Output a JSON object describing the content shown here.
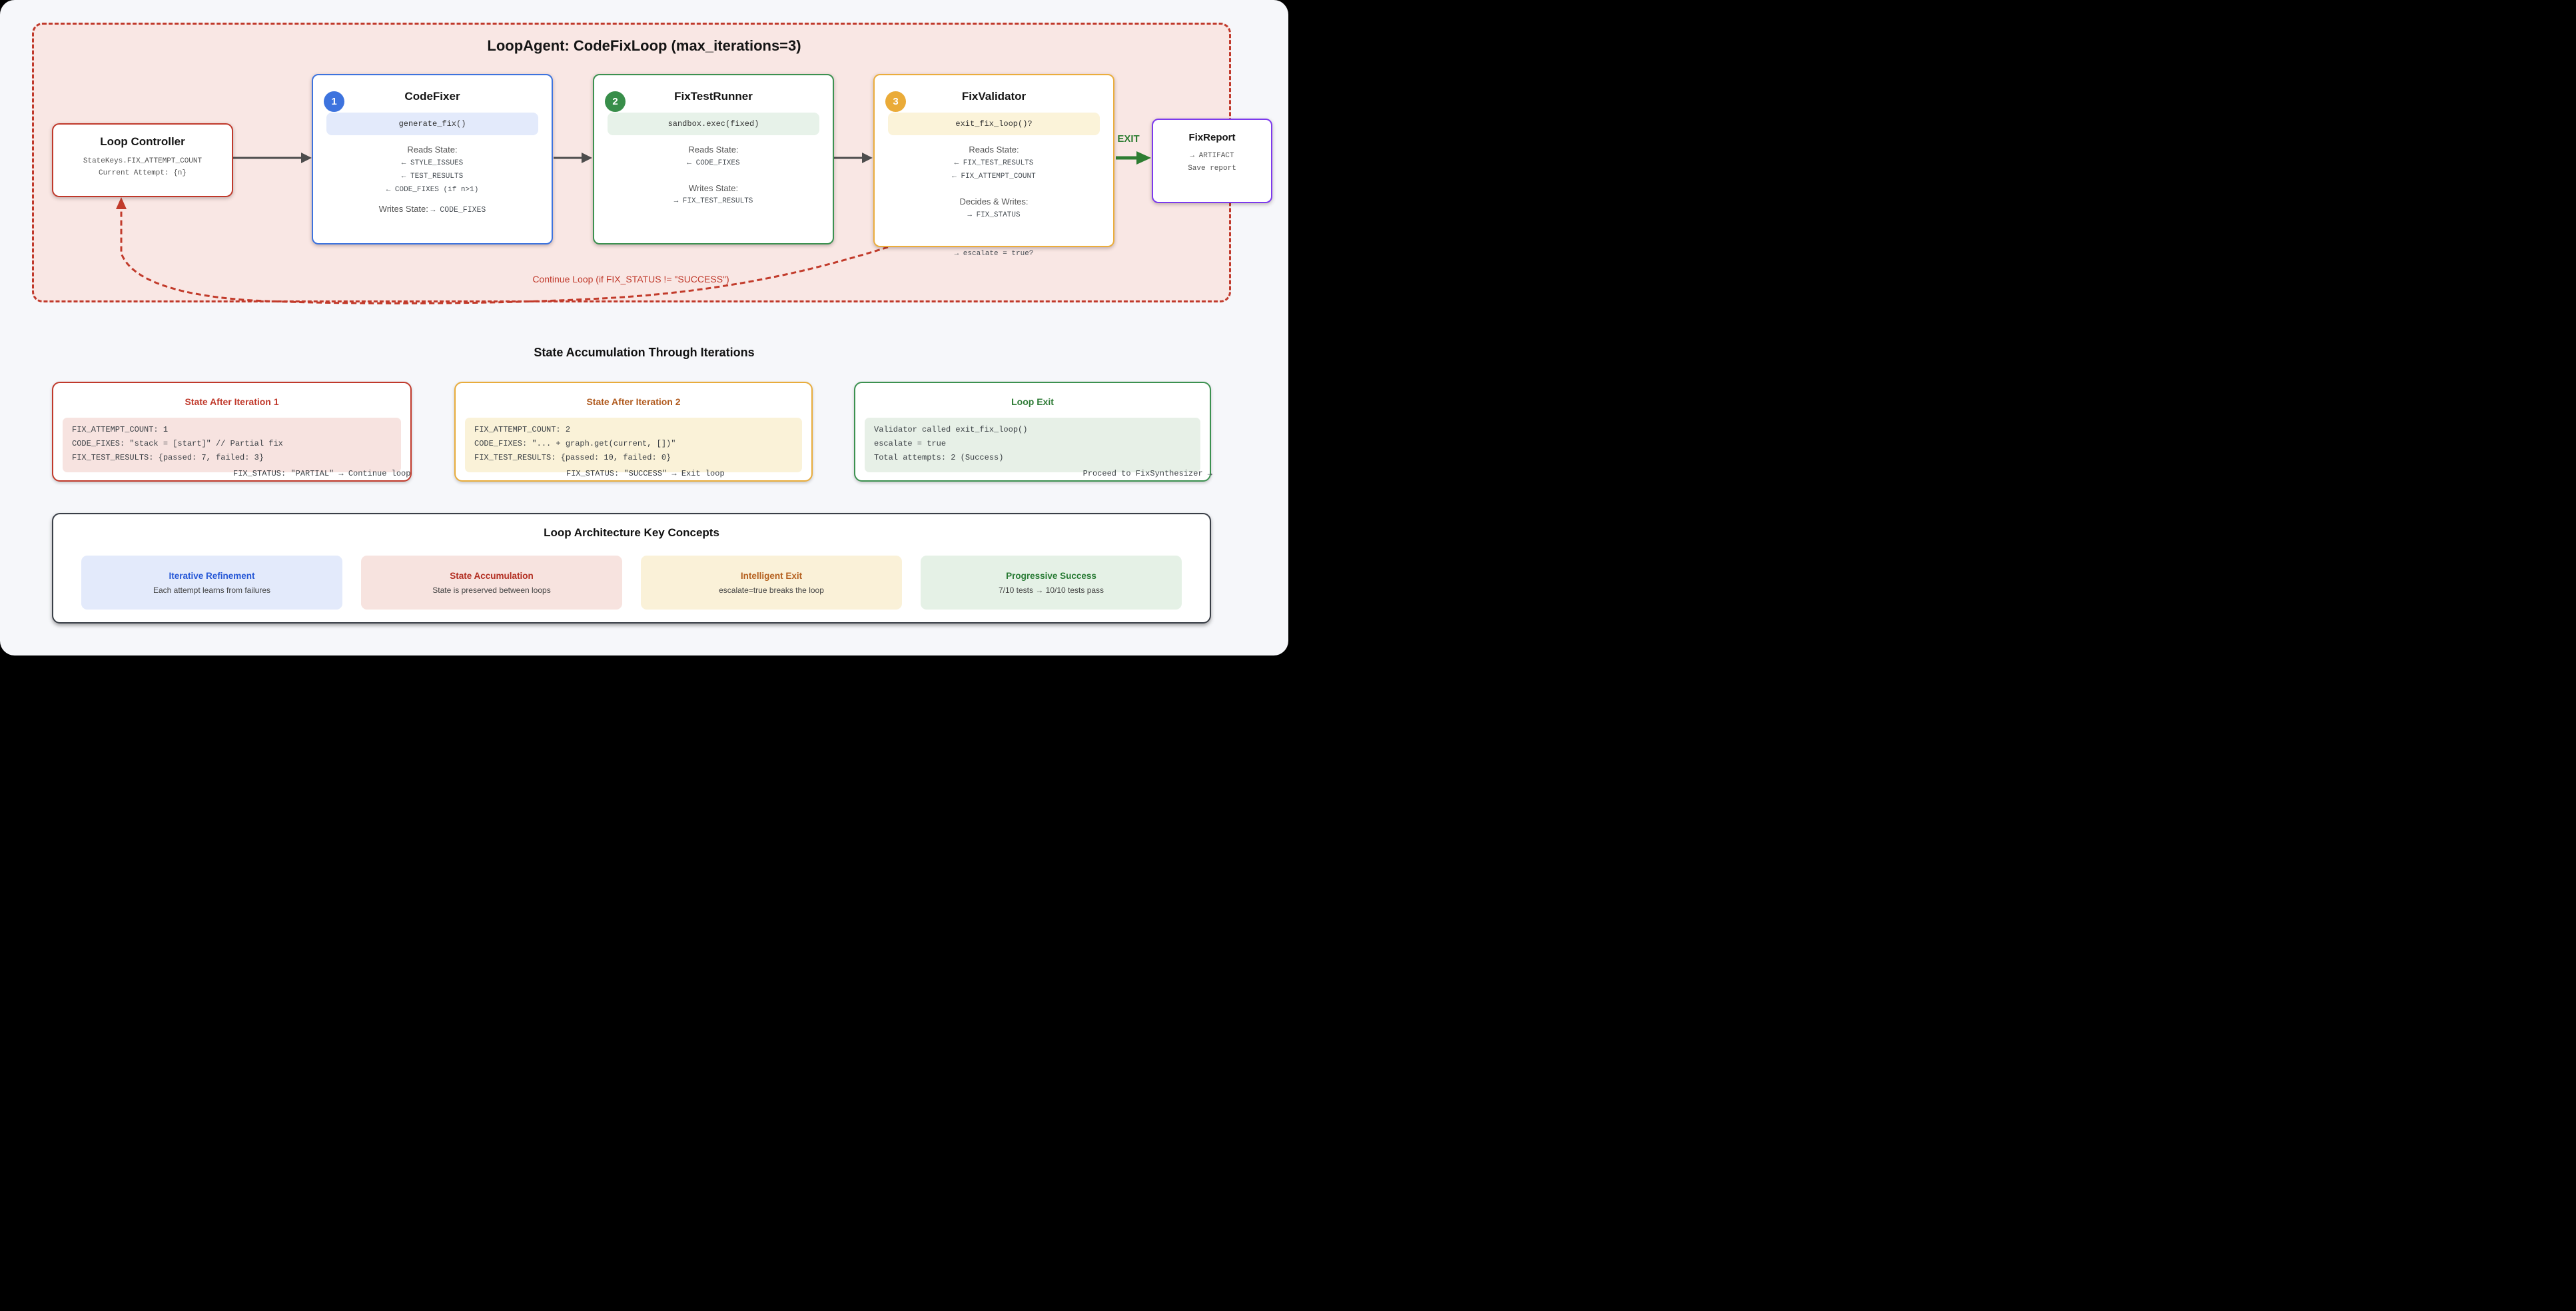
{
  "loop_box": {
    "title": "LoopAgent: CodeFixLoop (max_iterations=3)",
    "continue_label": "Continue Loop (if FIX_STATUS != \"SUCCESS\")",
    "exit_label": "EXIT",
    "controller": {
      "title": "Loop Controller",
      "line1": "StateKeys.FIX_ATTEMPT_COUNT",
      "line2": "Current Attempt: {n}"
    },
    "codefixer": {
      "number": "1",
      "title": "CodeFixer",
      "pill": "generate_fix()",
      "reads_label": "Reads State:",
      "read1": "← STYLE_ISSUES",
      "read2": "← TEST_RESULTS",
      "read3": "← CODE_FIXES (if n>1)",
      "writes_label": "Writes State:",
      "writes_value": "→ CODE_FIXES"
    },
    "fixtestrunner": {
      "number": "2",
      "title": "FixTestRunner",
      "pill": "sandbox.exec(fixed)",
      "reads_label": "Reads State:",
      "read1": "← CODE_FIXES",
      "writes_label": "Writes State:",
      "write1": "→ FIX_TEST_RESULTS"
    },
    "fixvalidator": {
      "number": "3",
      "title": "FixValidator",
      "pill": "exit_fix_loop()?",
      "reads_label": "Reads State:",
      "read1": "← FIX_TEST_RESULTS",
      "read2": "← FIX_ATTEMPT_COUNT",
      "decides_label": "Decides & Writes:",
      "write1": "→ FIX_STATUS",
      "write2": "→ escalate = true?"
    },
    "fixreport": {
      "title": "FixReport",
      "line1": "→ ARTIFACT",
      "line2": "Save report"
    }
  },
  "state_section": {
    "title": "State Accumulation Through Iterations",
    "iter1": {
      "title": "State After Iteration 1",
      "code1": "FIX_ATTEMPT_COUNT: 1",
      "code2": "CODE_FIXES: \"stack = [start]\" // Partial fix",
      "code3": "FIX_TEST_RESULTS: {passed: 7, failed: 3}",
      "overflow": "FIX_STATUS: \"PARTIAL\" → Continue loop"
    },
    "iter2": {
      "title": "State After Iteration 2",
      "code1": "FIX_ATTEMPT_COUNT: 2",
      "code2": "CODE_FIXES: \"... + graph.get(current, [])\"",
      "code3": "FIX_TEST_RESULTS: {passed: 10, failed: 0}",
      "overflow": "FIX_STATUS: \"SUCCESS\" → Exit loop"
    },
    "exit": {
      "title": "Loop Exit",
      "code1": "Validator called exit_fix_loop()",
      "code2": "escalate = true",
      "code3": "Total attempts: 2 (Success)",
      "overflow": "Proceed to FixSynthesizer →"
    }
  },
  "concepts": {
    "title": "Loop Architecture Key Concepts",
    "c1": {
      "title": "Iterative Refinement",
      "desc": "Each attempt learns from failures"
    },
    "c2": {
      "title": "State Accumulation",
      "desc": "State is preserved between loops"
    },
    "c3": {
      "title": "Intelligent Exit",
      "desc": "escalate=true breaks the loop"
    },
    "c4": {
      "title": "Progressive Success",
      "desc": "7/10 tests → 10/10 tests pass"
    }
  },
  "colors": {
    "container_border": "#C0392B",
    "container_bg": "#F9E7E4",
    "blue_accent": "#3D73DE",
    "green_accent": "#3C9150",
    "amber_accent": "#EBAD3C",
    "purple_accent": "#7C3AED",
    "arrow_gray": "#4D4D4D",
    "exit_green": "#2E7D32",
    "loop_red": "#C0392B"
  }
}
